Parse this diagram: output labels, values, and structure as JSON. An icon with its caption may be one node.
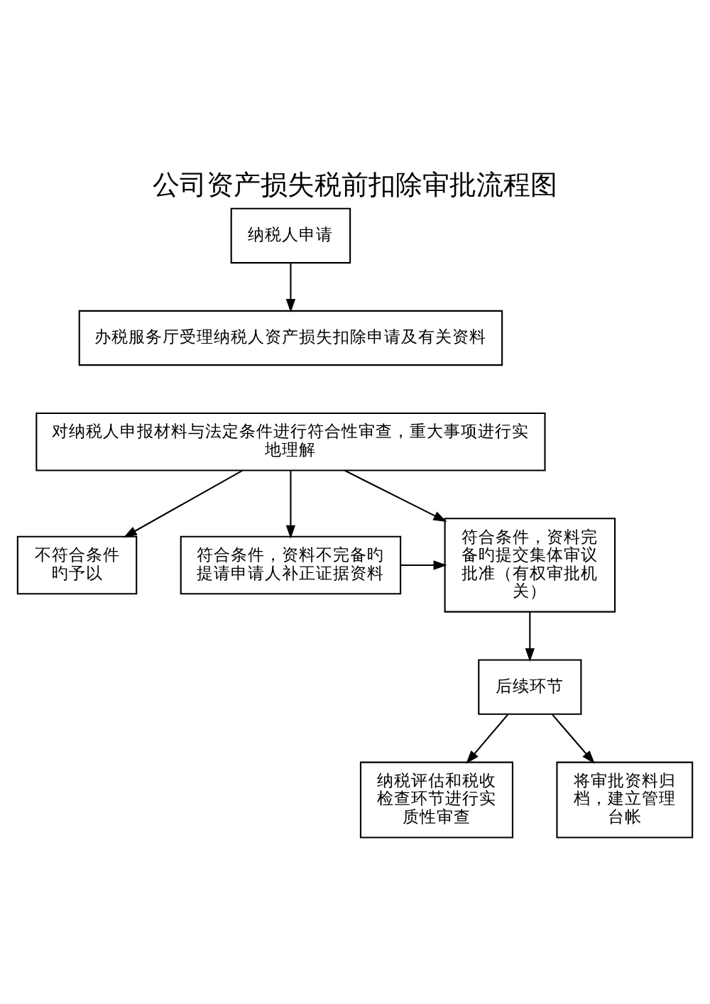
{
  "diagram": {
    "title": "公司资产损失税前扣除审批流程图",
    "nodes": [
      {
        "text": [
          "纳税人申请"
        ]
      },
      {
        "text": [
          "办税服务厅受理纳税人资产损失扣除申请及有关资料"
        ]
      },
      {
        "text": [
          "对纳税人申报材料与法定条件进行符合性审查，重大事项进行实地理解"
        ]
      },
      {
        "text": [
          "不符合条件旳予以"
        ]
      },
      {
        "text": [
          "符合条件，资料不完备旳提请申请人补正证据资料"
        ]
      },
      {
        "text": [
          "符合条件，资料完备旳提交集体审议批准（有权审批机关）"
        ]
      },
      {
        "text": [
          "后续环节"
        ]
      },
      {
        "text": [
          "纳税评估和税收检查环节进行实质性审查"
        ]
      },
      {
        "text": [
          "将审批资料归档，建立管理台帐"
        ]
      }
    ],
    "edges": [
      {
        "from": 0,
        "to": 1,
        "arrow": "to"
      },
      {
        "from": 2,
        "to": 3,
        "arrow": "to"
      },
      {
        "from": 2,
        "to": 4,
        "arrow": "to"
      },
      {
        "from": 2,
        "to": 5,
        "arrow": "to"
      },
      {
        "from": 4,
        "to": 5,
        "arrow": "to"
      },
      {
        "from": 5,
        "to": 6,
        "arrow": "to"
      },
      {
        "from": 6,
        "to": 7,
        "arrow": "to"
      },
      {
        "from": 6,
        "to": 8,
        "arrow": "to"
      }
    ]
  }
}
